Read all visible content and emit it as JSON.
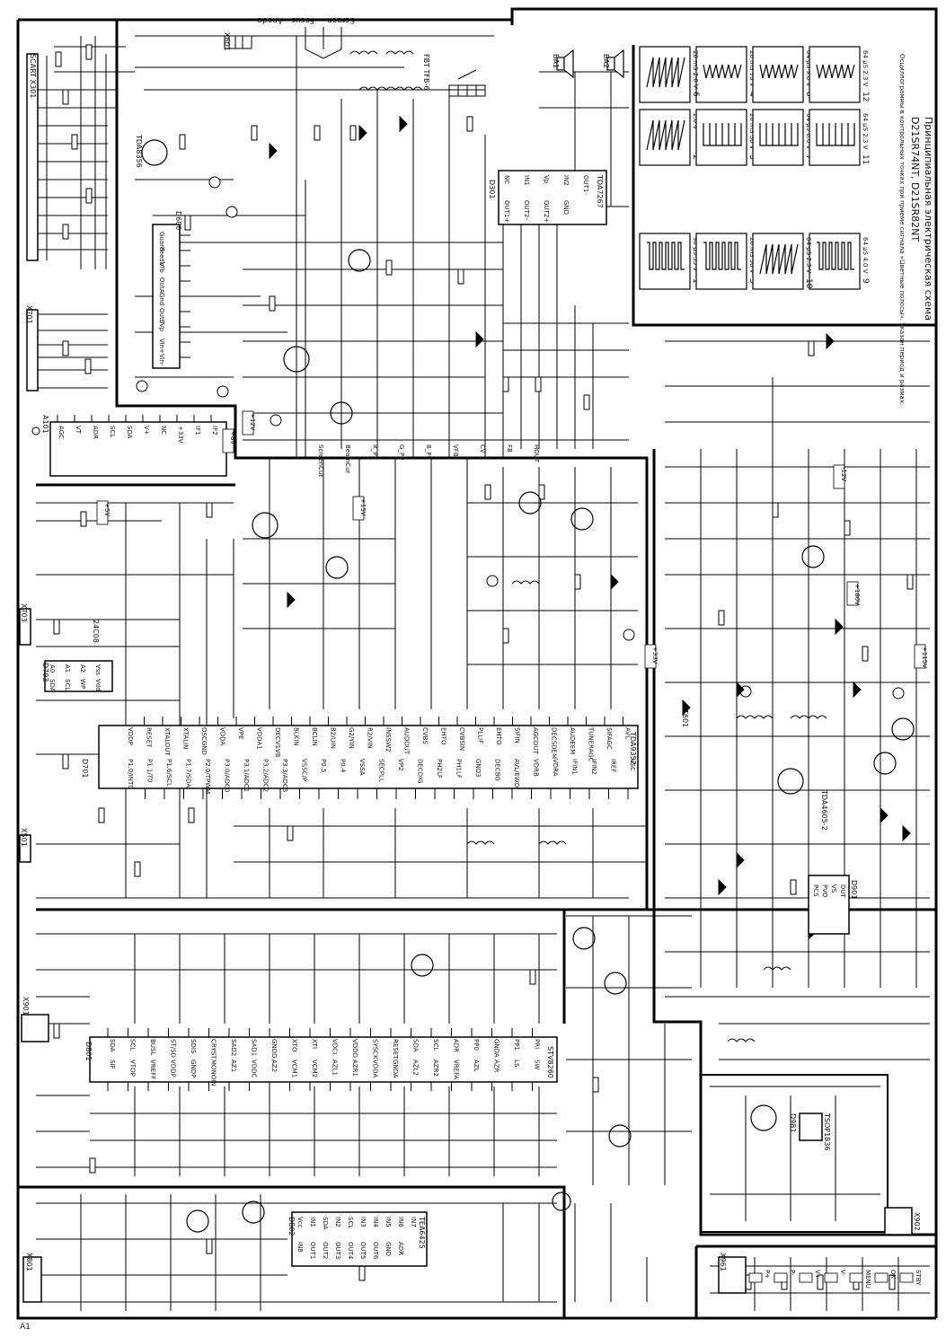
{
  "title": {
    "line1": "Принципиальная электрическая схема",
    "line2": "D21SR74NT, D21SR82NT",
    "note": "Осциллограммы в контрольных точках при приеме сигнала «Цветные полосы». Указан период и размах."
  },
  "top_labels": {
    "screen": "Screen",
    "focus": "Focus",
    "anode": "Anode"
  },
  "corner_label": "A1",
  "oscillograms": [
    {
      "num": "1",
      "period": "90 µS",
      "amplitude": "55 V"
    },
    {
      "num": "2",
      "period": "",
      "amplitude": "2.0 V"
    },
    {
      "num": "3",
      "period": "20 mS",
      "amplitude": "30 V"
    },
    {
      "num": "4",
      "period": "20 mS",
      "amplitude": "10 V"
    },
    {
      "num": "5",
      "period": "20 mS",
      "amplitude": "50 V"
    },
    {
      "num": "6",
      "period": "20 mS",
      "amplitude": "2.0 V"
    },
    {
      "num": "7",
      "period": "64 µS",
      "amplitude": "6.0 V"
    },
    {
      "num": "8",
      "period": "64 µS",
      "amplitude": "9.0 V"
    },
    {
      "num": "9",
      "period": "64 µS",
      "amplitude": "4.0 V"
    },
    {
      "num": "10",
      "period": "64 µS",
      "amplitude": "2.3 V"
    },
    {
      "num": "11",
      "period": "64 µS",
      "amplitude": "2.3 V"
    },
    {
      "num": "12",
      "period": "64 µS",
      "amplitude": "2.3 V"
    }
  ],
  "ics": {
    "main_proc": {
      "ref": "D701",
      "part": "TDA9352",
      "left_pins": [
        "P1.0/INT0",
        "P1.1/T0",
        "P1.6/SCL",
        "P1.7/SDA",
        "P2.0/TPWM",
        "P3.0/ADC0",
        "P3.1/ADC1",
        "P3.2/ADC2",
        "P3.3/ADC3",
        "VSSC/P",
        "P0.5",
        "P0.4",
        "VSSA",
        "SECPLL",
        "VP2",
        "DECDIG",
        "PH2LF",
        "PH1LF",
        "GND3",
        "DECBG",
        "AVL/EWD",
        "VDRB",
        "VDRA",
        "IFIN1",
        "IFIN2",
        "IREF",
        "VSC"
      ],
      "right_pins": [
        "VDDP",
        "RESET",
        "XTALOUT",
        "XTALIN",
        "OSCGND",
        "VDDA",
        "VPE",
        "VDDA1",
        "DECV1V8",
        "BLKIN",
        "BCLIN",
        "B2/UIN",
        "G2/YIN",
        "R2/VIN",
        "INSSW2",
        "AUDOUT",
        "CVBS",
        "EHTO",
        "CVBSIN",
        "PLLIF",
        "EHTO",
        "SIFIN",
        "AGCOUT",
        "DECSDEM",
        "AUDEEM",
        "TUNERAGC",
        "SIFAGC",
        "AVL"
      ]
    },
    "audio_proc": {
      "ref": "D801",
      "part": "STV8260",
      "pins_top": [
        "SIF",
        "VTOP",
        "VREFF",
        "VDDP",
        "GNDP",
        "MONOIN",
        "AZ1",
        "VDDC",
        "AZ2",
        "VCM1",
        "VCM2",
        "AZL1",
        "AZR1",
        "VDDA",
        "GNDA",
        "AZL2",
        "AZR2",
        "VREFA",
        "AZL",
        "AZR",
        "LS",
        "SW"
      ],
      "pins_bot": [
        "SDA",
        "SCL",
        "BUSL",
        "ST/SD",
        "SDIS",
        "CRYST",
        "SAD2",
        "SAD1",
        "GNDD",
        "XTO",
        "XTI",
        "VDCI",
        "VDDD",
        "SYSCK",
        "RESET",
        "SDA",
        "SCL",
        "ADR",
        "PP0",
        "GNDA",
        "PP1",
        "PRI"
      ]
    },
    "switch": {
      "ref": "D802",
      "part": "TEA6425",
      "pins": [
        "Vcc",
        "IN1",
        "SDA",
        "IN2",
        "SCL",
        "IN3",
        "IN4",
        "IN5",
        "IN6",
        "IN7",
        "IN8",
        "OUT1",
        "OUT2",
        "OUT3",
        "OUT4",
        "OUT5",
        "OUT6",
        "GND",
        "ADR"
      ]
    },
    "vertical": {
      "ref": "D600",
      "part": "TDA8356",
      "pins": [
        "Guard",
        "Feedb",
        "Vfb",
        "OutA",
        "Gnd",
        "OutB",
        "Vp",
        "Vin+",
        "Vin-"
      ]
    },
    "sound_amp": {
      "ref": "D301",
      "part": "TDA7267",
      "pins": [
        "NC",
        "IN1",
        "Vp",
        "IN2",
        "OUT1-",
        "OUT1+",
        "OUT2-",
        "OUT2+",
        "GND"
      ]
    },
    "power": {
      "ref": "D901",
      "part": "TDA4605-2",
      "pins": [
        "PCS",
        "PVO",
        "VS",
        "DUT"
      ]
    },
    "eeprom": {
      "ref": "D703",
      "part": "24C08",
      "pins": [
        "A0",
        "A1",
        "A2",
        "Vss",
        "SDA",
        "SCL",
        "WP",
        "Vdd"
      ]
    },
    "ir": {
      "ref": "D981",
      "part": "TSOP1836"
    }
  },
  "tuner": {
    "ref": "A101",
    "pins": [
      "AGC",
      "VT",
      "ADR",
      "SCL",
      "SDA",
      "V+",
      "NC",
      "+33V",
      "IF1",
      "IF2"
    ]
  },
  "connectors": {
    "scart": "SCART X301",
    "av_left": "X801",
    "service": "X703",
    "spdif": "X501",
    "headphones": "X901",
    "av_inputs": "X701",
    "keyboard": "X961",
    "mains": "X902",
    "speakers": [
      "BA1",
      "BA2"
    ],
    "yoke": "X601"
  },
  "supply_rails": [
    "+5V",
    "+8V",
    "+12V",
    "+15V",
    "+33V",
    "+115V",
    "+180V",
    "-12V"
  ],
  "crt_signals": [
    "ScreenCut",
    "BeamCur",
    "R_PP",
    "G_PP",
    "B_PP",
    "VFB",
    "CV",
    "FB",
    "HOUT"
  ],
  "keyboard_buttons": [
    "P+",
    "P-",
    "V+",
    "V-",
    "MENU",
    "OK",
    "STBY"
  ],
  "transformer": {
    "ref": "T601",
    "part": "FBT TFB-6"
  }
}
